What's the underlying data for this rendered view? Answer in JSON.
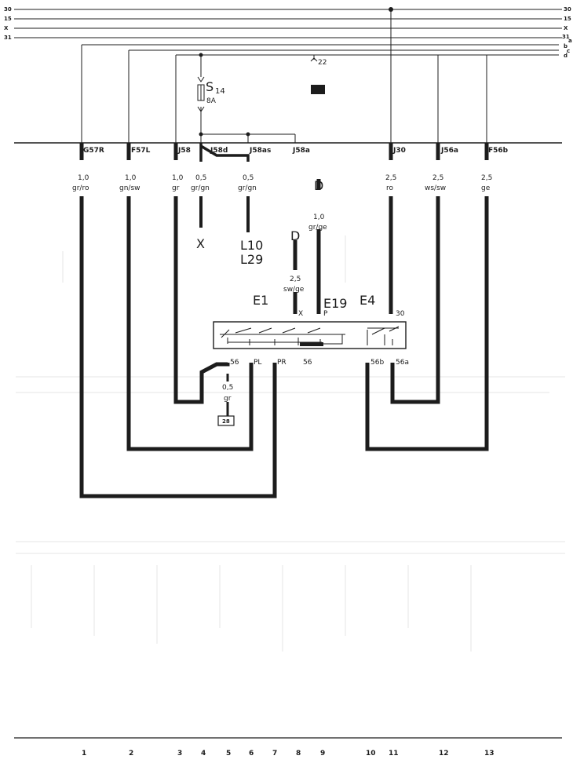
{
  "rails_left": [
    "30",
    "15",
    "X",
    "31"
  ],
  "rails_right": [
    "30",
    "15",
    "X",
    "31",
    "a",
    "b",
    "c",
    "d"
  ],
  "fuse": {
    "name": "S",
    "sub": "14",
    "rating": "8A"
  },
  "relay_ref": "22",
  "bus_pins": [
    "G57R",
    "F57L",
    "J58",
    "J58d",
    "J58as",
    "J58a",
    "J30",
    "J56a",
    "F56b"
  ],
  "wires": [
    {
      "gauge": "1,0",
      "color": "gr/ro"
    },
    {
      "gauge": "1,0",
      "color": "gn/sw"
    },
    {
      "gauge": "1,0",
      "color": "gr"
    },
    {
      "gauge": "0,5",
      "color": "gr/gn"
    },
    {
      "gauge": "0,5",
      "color": "gr/gn"
    },
    {
      "gauge": "2,5",
      "color": "ro"
    },
    {
      "gauge": "2,5",
      "color": "ws/sw"
    },
    {
      "gauge": "2,5",
      "color": "ge"
    }
  ],
  "refs": {
    "x_term": "X",
    "lamps_1": "L10",
    "lamps_2": "L29",
    "d1": "D",
    "d2": "D",
    "box": "28"
  },
  "mid_wires": {
    "w1": {
      "gauge": "1,0",
      "color": "gr/ge"
    },
    "w2": {
      "gauge": "2,5",
      "color": "sw/ge"
    },
    "w3": {
      "gauge": "0,5",
      "color": "gr"
    }
  },
  "switch": {
    "e1": "E1",
    "e19": "E19",
    "e4": "E4",
    "pin_x": "X",
    "pin_p": "P",
    "pin_30": "30",
    "bottom_pins": [
      "56",
      "PL",
      "PR",
      "56",
      "56b",
      "56a"
    ]
  },
  "columns": [
    "1",
    "2",
    "3",
    "4",
    "5",
    "6",
    "7",
    "8",
    "9",
    "10",
    "11",
    "12",
    "13"
  ]
}
